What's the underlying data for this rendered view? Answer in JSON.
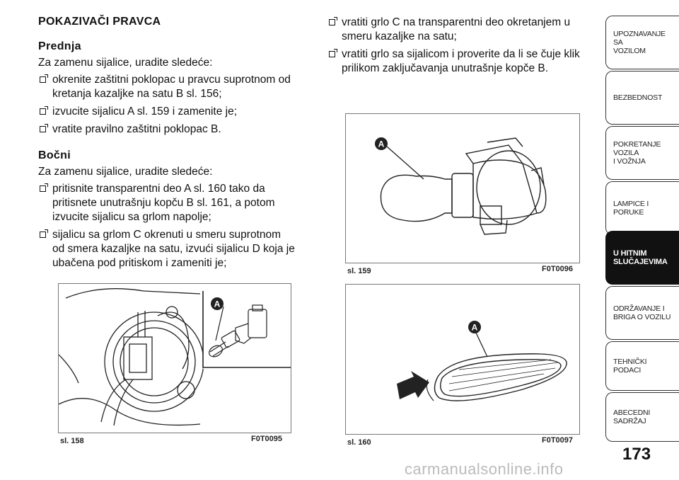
{
  "heading": "POKAZIVAČI PRAVCA",
  "front": {
    "title": "Prednja",
    "intro": "Za zamenu sijalice, uradite sledeće:",
    "items": [
      [
        "okrenite zaštitni poklopac u pravcu suprotnom od",
        "kretanja kazaljke na satu B sl. 156;"
      ],
      [
        "izvucite sijalicu A sl. 159 i zamenite je;"
      ],
      [
        "vratite pravilno zaštitni poklopac B."
      ]
    ]
  },
  "side": {
    "title": "Bočni",
    "intro": "Za zamenu sijalice, uradite sledeće:",
    "items": [
      [
        "pritisnite transparentni deo A sl. 160 tako da",
        "pritisnete unutrašnju kopču B sl. 161, a potom",
        "izvucite sijalicu sa grlom napolje;"
      ],
      [
        "sijalicu sa grlom C okrenuti u smeru suprotnom",
        "od smera kazaljke na satu, izvući sijalicu D koja je",
        "ubačena pod pritiskom i zameniti je;"
      ]
    ]
  },
  "right_items": [
    [
      "vratiti grlo C na transparentni deo okretanjem u",
      "smeru kazaljke na satu;"
    ],
    [
      "vratiti grlo sa sijalicom i proverite da li se čuje klik",
      "prilikom zaključavanja unutrašnje kopče B."
    ]
  ],
  "figures": {
    "f158": {
      "caption": "sl. 158",
      "code": "F0T0095",
      "label": "A"
    },
    "f159": {
      "caption": "sl. 159",
      "code": "F0T0096",
      "label": "A"
    },
    "f160": {
      "caption": "sl. 160",
      "code": "F0T0097",
      "label": "A"
    }
  },
  "tabs": [
    {
      "line1": "UPOZNAVANJE SA",
      "line2": "VOZILOM",
      "active": false
    },
    {
      "line1": "BEZBEDNOST",
      "line2": "",
      "active": false
    },
    {
      "line1": "POKRETANJE VOZILA",
      "line2": "I VOŽNJA",
      "active": false
    },
    {
      "line1": "LAMPICE I PORUKE",
      "line2": "",
      "active": false
    },
    {
      "line1": "U HITNIM",
      "line2": "SLUČAJEVIMA",
      "active": true
    },
    {
      "line1": "ODRŽAVANJE I",
      "line2": "BRIGA O VOZILU",
      "active": false
    },
    {
      "line1": "TEHNIČKI PODACI",
      "line2": "",
      "active": false
    },
    {
      "line1": "ABECEDNI SADRŽAJ",
      "line2": "",
      "active": false
    }
  ],
  "page_number": "173",
  "watermark": "carmanualsonline.info"
}
